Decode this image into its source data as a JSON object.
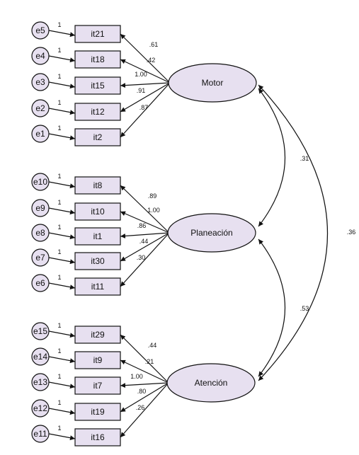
{
  "colors": {
    "fill": "#e7e0f0",
    "stroke": "#111111",
    "background": "#ffffff"
  },
  "latents": [
    {
      "id": "Motor",
      "label": "Motor"
    },
    {
      "id": "Planeacion",
      "label": "Planeación"
    },
    {
      "id": "Atencion",
      "label": "Atención"
    }
  ],
  "observed": [
    {
      "item": "it21",
      "error": "e5",
      "error_weight": "1",
      "factor": "Motor",
      "loading": ".61"
    },
    {
      "item": "it18",
      "error": "e4",
      "error_weight": "1",
      "factor": "Motor",
      "loading": ".42"
    },
    {
      "item": "it15",
      "error": "e3",
      "error_weight": "1",
      "factor": "Motor",
      "loading": "1.00"
    },
    {
      "item": "it12",
      "error": "e2",
      "error_weight": "1",
      "factor": "Motor",
      "loading": ".91"
    },
    {
      "item": "it2",
      "error": "e1",
      "error_weight": "1",
      "factor": "Motor",
      "loading": ".87"
    },
    {
      "item": "it8",
      "error": "e10",
      "error_weight": "1",
      "factor": "Planeacion",
      "loading": ".89"
    },
    {
      "item": "it10",
      "error": "e9",
      "error_weight": "1",
      "factor": "Planeacion",
      "loading": "1.00"
    },
    {
      "item": "it1",
      "error": "e8",
      "error_weight": "1",
      "factor": "Planeacion",
      "loading": ".86"
    },
    {
      "item": "it30",
      "error": "e7",
      "error_weight": "1",
      "factor": "Planeacion",
      "loading": ".44"
    },
    {
      "item": "it11",
      "error": "e6",
      "error_weight": "1",
      "factor": "Planeacion",
      "loading": ".30"
    },
    {
      "item": "it29",
      "error": "e15",
      "error_weight": "1",
      "factor": "Atencion",
      "loading": ".44"
    },
    {
      "item": "it9",
      "error": "e14",
      "error_weight": "1",
      "factor": "Atencion",
      "loading": ".21"
    },
    {
      "item": "it7",
      "error": "e13",
      "error_weight": "1",
      "factor": "Atencion",
      "loading": "1.00"
    },
    {
      "item": "it19",
      "error": "e12",
      "error_weight": "1",
      "factor": "Atencion",
      "loading": ".80"
    },
    {
      "item": "it16",
      "error": "e11",
      "error_weight": "1",
      "factor": "Atencion",
      "loading": ".26"
    }
  ],
  "covariances": [
    {
      "from": "Motor",
      "to": "Planeacion",
      "value": ".31"
    },
    {
      "from": "Planeacion",
      "to": "Atencion",
      "value": ".53"
    },
    {
      "from": "Motor",
      "to": "Atencion",
      "value": ".36"
    }
  ]
}
